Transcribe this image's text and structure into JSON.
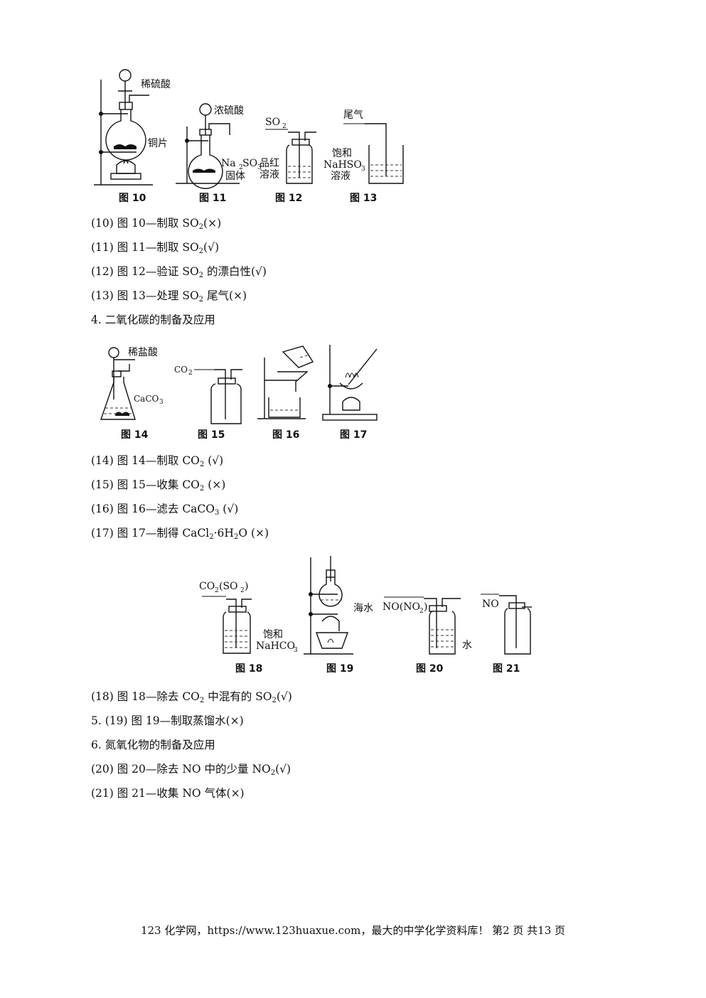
{
  "row1": {
    "fig10": {
      "caption": "图 10",
      "acid": "稀硫酸",
      "solid": "铜片"
    },
    "fig11": {
      "caption": "图 11",
      "acid": "浓硫酸",
      "solid_a": "Na",
      "solid_b": "SO",
      "solid_c": "固体",
      "sub2": "2",
      "sub3": "3"
    },
    "fig12": {
      "caption": "图 12",
      "gas_a": "SO",
      "gas_sub": "2",
      "liquid_a": "品红",
      "liquid_b": "溶液"
    },
    "fig13": {
      "caption": "图 13",
      "gas": "尾气",
      "liquid_a": "饱和",
      "liquid_b": "NaHSO",
      "liquid_sub": "3",
      "liquid_c": "溶液"
    }
  },
  "items1": [
    {
      "pre": "(10)  图 10—制取 SO",
      "sub": "2",
      "post": "(×)"
    },
    {
      "pre": "(11)  图 11—制取 SO",
      "sub": "2",
      "post": "(√)"
    },
    {
      "pre": "(12)  图 12—验证 SO",
      "sub": "2",
      "post": " 的漂白性(√)"
    },
    {
      "pre": "(13)  图 13—处理 SO",
      "sub": "2",
      "post": " 尾气(×)"
    }
  ],
  "section4": "4. 二氧化碳的制备及应用",
  "row2": {
    "fig14": {
      "caption": "图 14",
      "acid": "稀盐酸",
      "solid_a": "CaCO",
      "sub": "3"
    },
    "fig15": {
      "caption": "图 15",
      "gas_a": "CO",
      "sub": "2"
    },
    "fig16": {
      "caption": "图 16"
    },
    "fig17": {
      "caption": "图 17"
    }
  },
  "items2": [
    {
      "pre": " (14)  图 14—制取 CO",
      "sub": "2",
      "post": " (√)"
    },
    {
      "pre": "(15)  图 15—收集 CO",
      "sub": "2",
      "post": " (×)"
    },
    {
      "pre": "(16)  图 16—滤去 CaCO",
      "sub": "3",
      "post": " (√)"
    },
    {
      "pre": "(17)  图 17—制得 CaCl",
      "sub": "2",
      "post": "·6H",
      "sub2": "2",
      "post2": "O (×)"
    }
  ],
  "row3": {
    "fig18": {
      "caption": "图 18",
      "gas_a": "CO",
      "sub1": "2",
      "gas_b": "(SO",
      "sub2": "2",
      "gas_c": ")",
      "liquid_a": "饱和",
      "liquid_b": "NaHCO",
      "sub3": "3"
    },
    "fig19": {
      "caption": "图 19",
      "liquid": "海水"
    },
    "fig20": {
      "caption": "图 20",
      "gas_a": "NO(NO",
      "sub": "2",
      "gas_b": ")",
      "liquid": "水"
    },
    "fig21": {
      "caption": "图 21",
      "gas": "NO"
    }
  },
  "items3": [
    {
      "pre": "(18)  图 18—除去 CO",
      "sub": "2",
      "post": " 中混有的 SO",
      "sub2": "2",
      "post2": "(√)"
    },
    {
      "pre": "5. (19)  图 19—制取蒸馏水(×)"
    },
    {
      "pre": "6. 氮氧化物的制备及应用"
    },
    {
      "pre": "(20)  图 20—除去 NO 中的少量 NO",
      "sub": "2",
      "post": "(√)"
    },
    {
      "pre": "(21)  图 21—收集 NO 气体(×)"
    }
  ],
  "footer": "123 化学网，https://www.123huaxue.com，最大的中学化学资料库！   第2 页  共13 页"
}
